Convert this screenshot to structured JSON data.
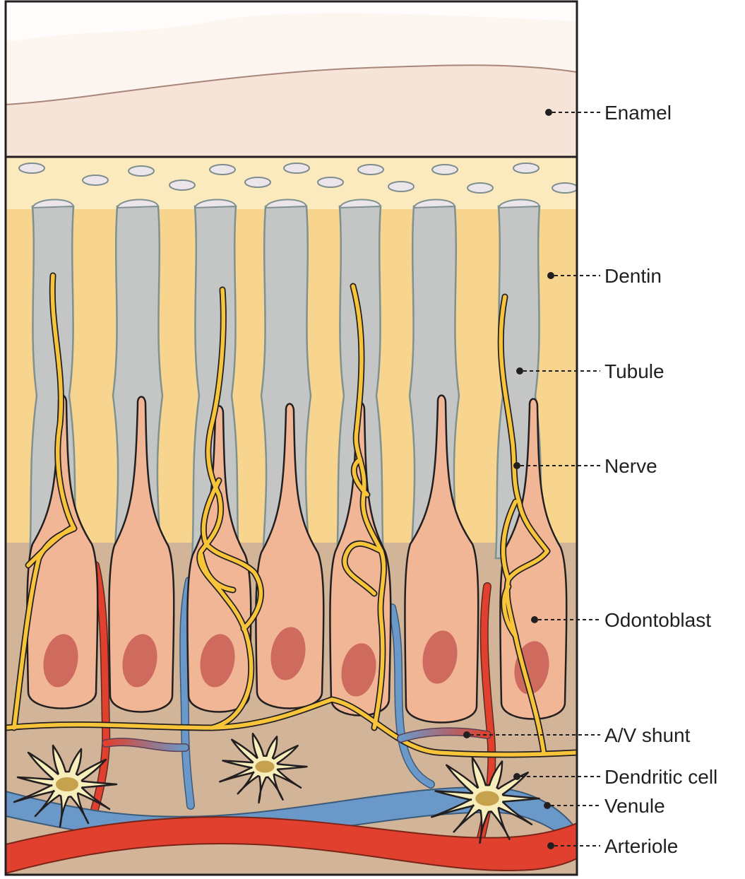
{
  "labels": {
    "enamel": "Enamel",
    "dentin": "Dentin",
    "tubule": "Tubule",
    "nerve": "Nerve",
    "odontoblast": "Odontoblast",
    "av_shunt": "A/V shunt",
    "dendritic_cell": "Dendritic cell",
    "venule": "Venule",
    "arteriole": "Arteriole"
  },
  "colors": {
    "enamel": "#f6e4d8",
    "predentin_band": "#fbeabd",
    "dentin": "#f7d58e",
    "pulp": "#d2b598",
    "tubule": "#c4c6c6",
    "odontoblast": "#f0b696",
    "nucleus": "#cf6a5e",
    "nerve": "#f7c43a",
    "arteriole": "#e0402d",
    "venule": "#6a98c8",
    "dendritic_cell": "#f7eebc"
  }
}
